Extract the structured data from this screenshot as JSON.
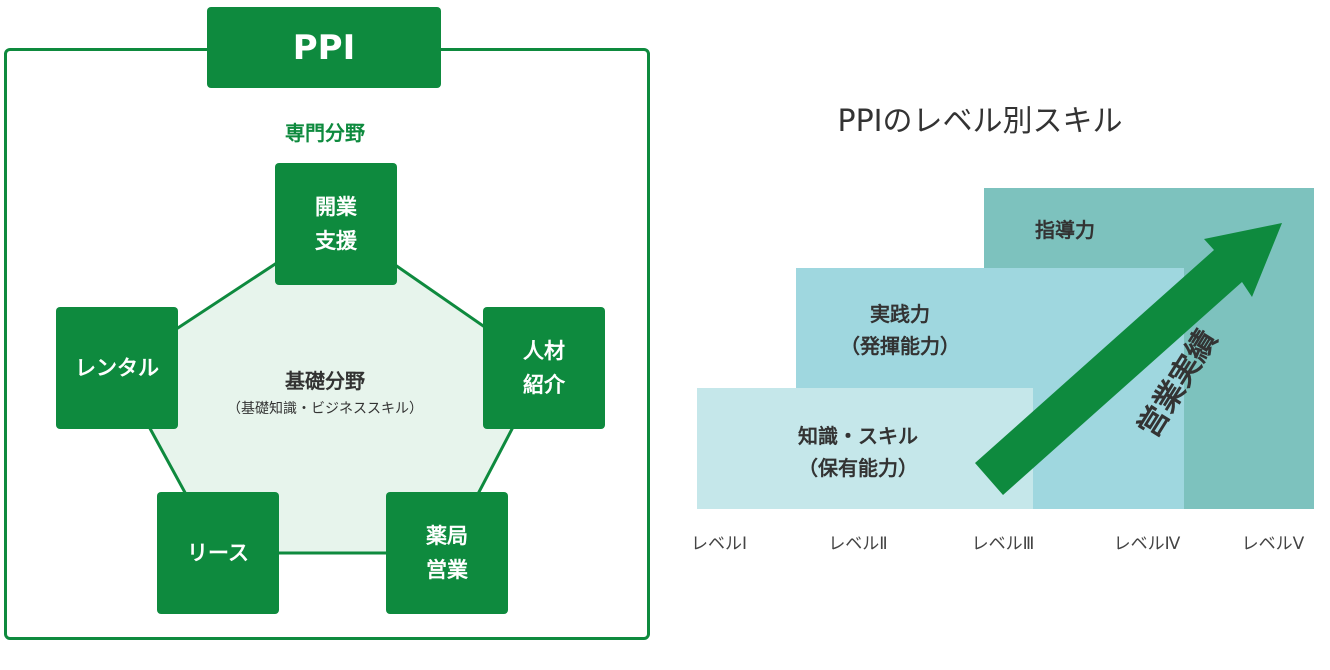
{
  "left": {
    "ppi_label": "PPI",
    "section_title": "専門分野",
    "nodes": {
      "top": [
        "開業",
        "支援"
      ],
      "right": [
        "人材",
        "紹介"
      ],
      "bottom_right": [
        "薬局",
        "営業"
      ],
      "bottom_left": [
        "リース"
      ],
      "left": [
        "レンタル"
      ]
    },
    "center_title": "基礎分野",
    "center_sub": "（基礎知識・ビジネススキル）"
  },
  "right": {
    "title": "PPIのレベル別スキル",
    "steps": [
      {
        "lines": [
          "知識・スキル",
          "（保有能力）"
        ],
        "color": "#c5e7ea"
      },
      {
        "lines": [
          "実践力",
          "（発揮能力）"
        ],
        "color": "#9fd7df"
      },
      {
        "lines": [
          "指導力"
        ],
        "color": "#7dc2be"
      }
    ],
    "arrow_label": "営業実績",
    "arrow_color": "#0e8a3e",
    "levels": [
      "レベルⅠ",
      "レベルⅡ",
      "レベルⅢ",
      "レベルⅣ",
      "レベルⅤ"
    ]
  },
  "colors": {
    "primary_green": "#0e8a3e",
    "pentagon_fill": "#e7f4ec"
  }
}
